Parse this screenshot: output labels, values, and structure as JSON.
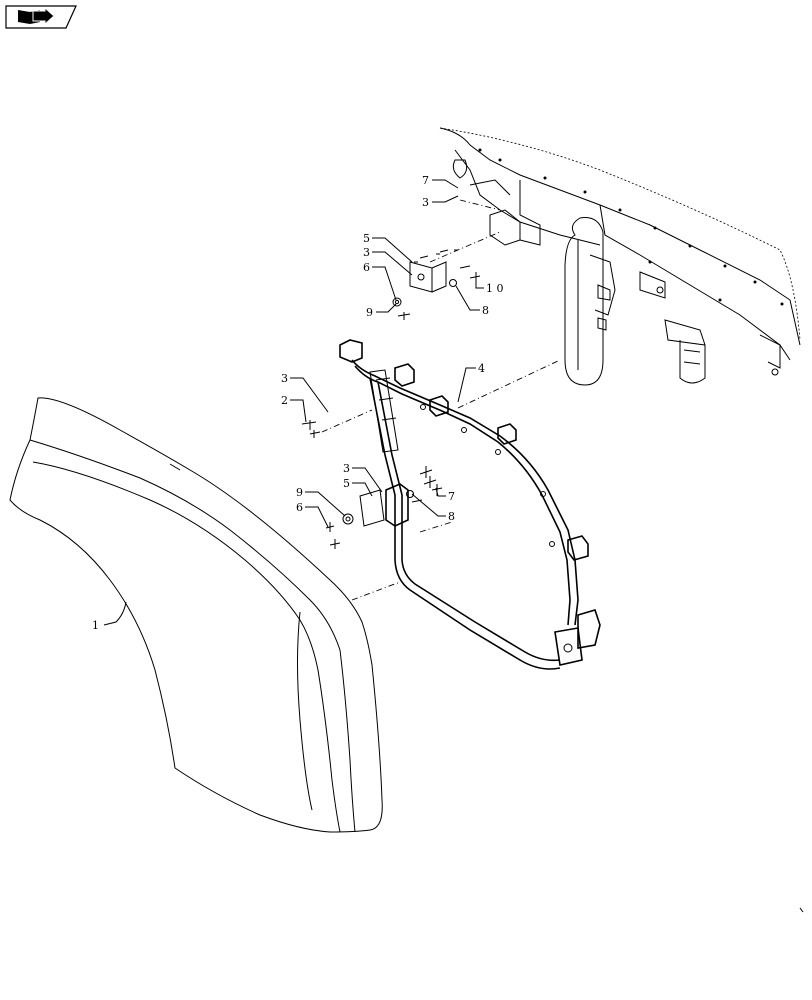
{
  "nav": {
    "icon": "arrow-book-icon"
  },
  "callouts": {
    "c1": "1",
    "c2": "2",
    "c3a": "3",
    "c3b": "3",
    "c3c": "3",
    "c3d": "3",
    "c4": "4",
    "c5a": "5",
    "c5b": "5",
    "c6a": "6",
    "c6b": "6",
    "c7a": "7",
    "c7b": "7",
    "c8a": "8",
    "c8b": "8",
    "c9a": "9",
    "c9b": "9",
    "c10": "1 0"
  }
}
